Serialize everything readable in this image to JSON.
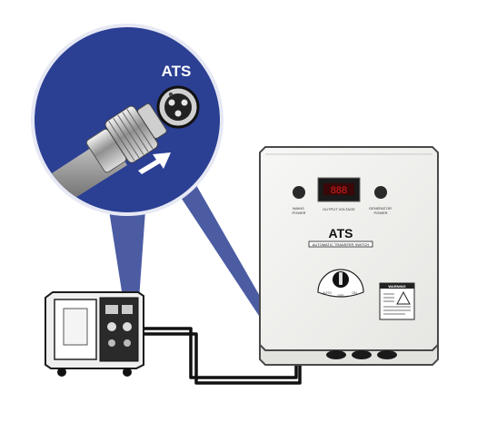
{
  "diagram": {
    "callout_label": "ATS",
    "panel": {
      "brand_label": "ATS",
      "subtitle": "AUTOMATIC TRANSFER SWITCH",
      "display_digits": "888",
      "display_caption": "OUTPUT VOLTAGE",
      "left_indicator_label": "MAINS\nPOWER",
      "right_indicator_label": "GENERATOR\nPOWER",
      "selector_labels": [
        "AUTO",
        "OFF",
        "ON"
      ],
      "warning_title": "WARNING"
    },
    "colors": {
      "callout_blue": "#2b3f93",
      "callout_border": "#e6e8f4",
      "cable": "#111111",
      "enclosure": "#f4f4f2",
      "enclosure_edge": "#4a4a4a",
      "indicator": "#2a2a2a",
      "display_bg": "#1a1a1a",
      "display_digits": "#d92020"
    },
    "icons": [
      "plug-connector-icon",
      "socket-icon",
      "insert-arrow-icon",
      "generator-icon",
      "transfer-switch-icon",
      "warning-sticker-icon"
    ]
  }
}
